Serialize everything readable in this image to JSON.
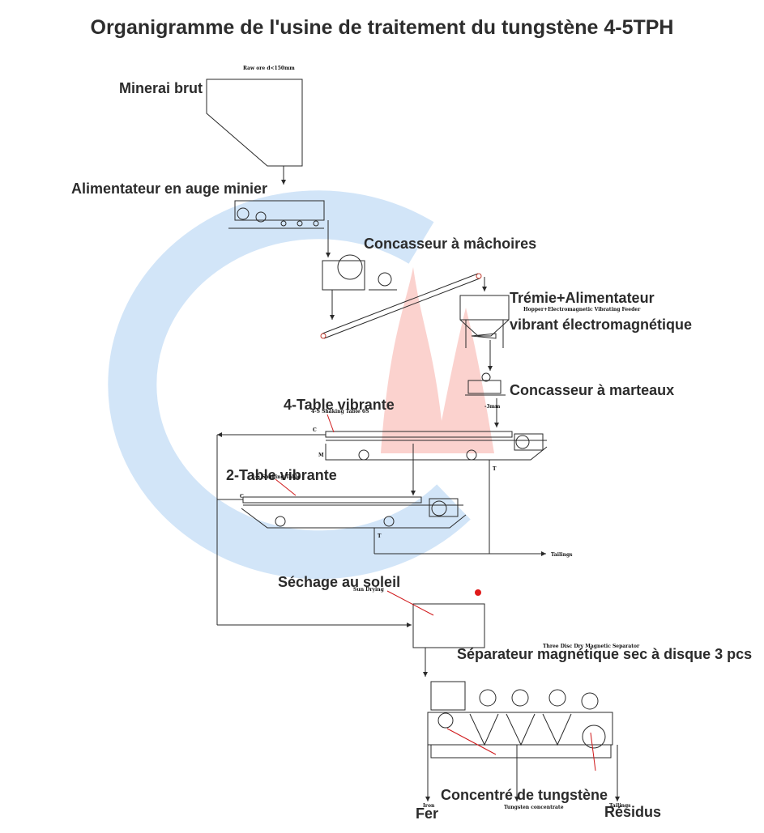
{
  "title": "Organigramme de l'usine de traitement du tungstène 4-5TPH",
  "labels": {
    "raw_ore": "Minerai brut",
    "feeder": "Alimentateur en auge minier",
    "jaw_crusher": "Concasseur à mâchoires",
    "hopper_line1": "Trémie+Alimentateur",
    "hopper_line2": "vibrant électromagnétique",
    "hammer_crusher": "Concasseur à marteaux",
    "table4": "4-Table vibrante",
    "table2": "2-Table vibrante",
    "sun_drying": "Séchage au soleil",
    "magnetic_separator": "Séparateur magnétique sec à disque 3 pcs",
    "tungsten_concentrate": "Concentré de tungstène",
    "iron": "Fer",
    "residues": "Résidus"
  },
  "small_labels": {
    "raw_ore_size": "Raw ore d<150mm",
    "hopper_en": "Hopper+Electromagnetic Vibrating Feeder",
    "table4_en": "4-S Shaking Table 6S",
    "table2_en": "2-S Shaking Table",
    "sun_drying_en": "Sun Drying",
    "magnetic_en": "Three Disc Dry Magnetic Separator",
    "tailings": "Tailings",
    "iron_en": "Iron",
    "tungsten_en": "Tungsten concentrate",
    "tailings_en": "Tailings",
    "stream_c": "C",
    "stream_m": "M",
    "stream_t": "T",
    "size_mm": "-3mm"
  },
  "colors": {
    "line": "#2a2a2a",
    "leader": "#d0191b",
    "watermark_blue": "#4a90d9",
    "watermark_red": "#e8504a"
  }
}
